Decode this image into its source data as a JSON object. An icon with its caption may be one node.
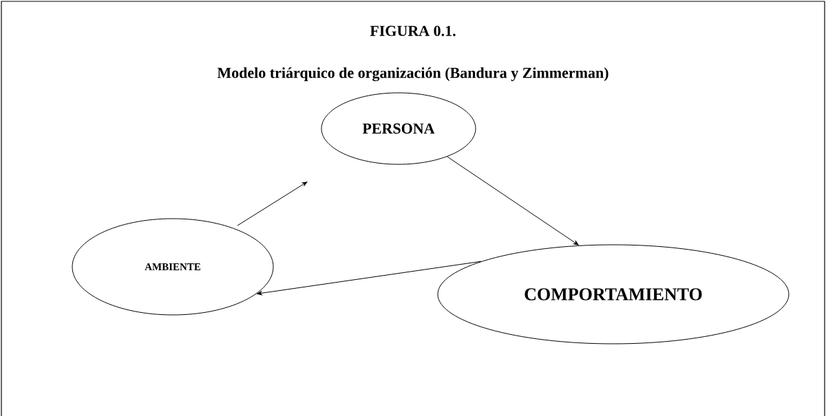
{
  "diagram": {
    "title": "FIGURA 0.1.",
    "caption": "Modelo triárquico de organización (Bandura y Zimmerman)",
    "nodes": [
      {
        "text": [
          "PERSONA"
        ]
      },
      {
        "text": [
          "AMBIENTE"
        ]
      },
      {
        "text": [
          "COMPORTAMIENTO"
        ]
      }
    ],
    "edges": [
      {
        "from": 1,
        "to": 0,
        "arrow": "to"
      },
      {
        "from": 0,
        "to": 2,
        "arrow": "to"
      },
      {
        "from": 2,
        "to": 1,
        "arrow": "to"
      }
    ]
  }
}
